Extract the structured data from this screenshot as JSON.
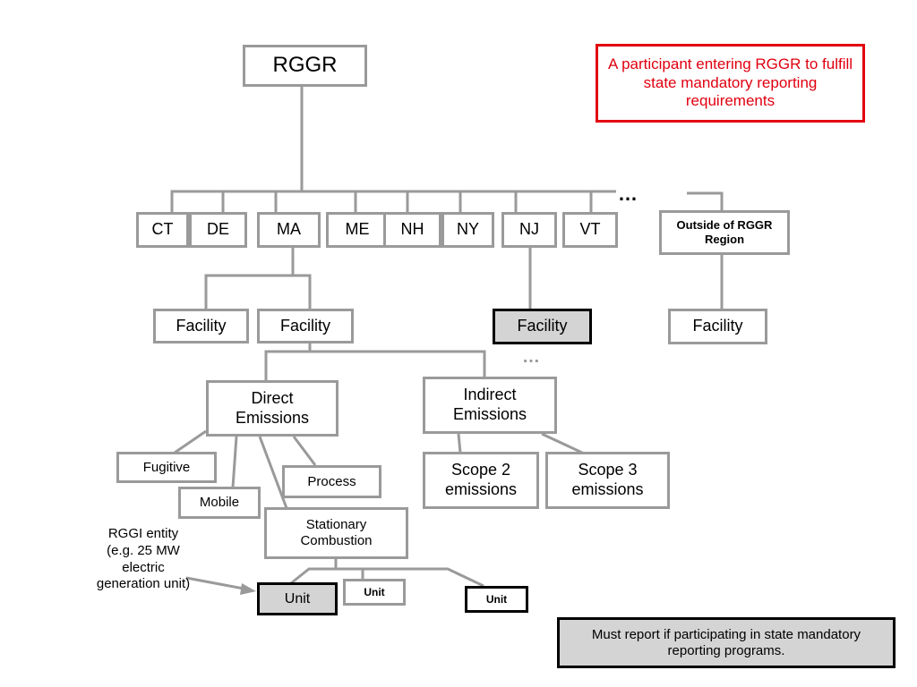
{
  "root": "RGGR",
  "callout": "A participant entering RGGR to fulfill state mandatory reporting requirements",
  "states": [
    "CT",
    "DE",
    "MA",
    "ME",
    "NH",
    "NY",
    "NJ",
    "VT"
  ],
  "ellipsis": "…",
  "outside_region": "Outside of RGGR Region",
  "facility": "Facility",
  "direct_emissions": "Direct Emissions",
  "indirect_emissions": "Indirect Emissions",
  "fugitive": "Fugitive",
  "mobile": "Mobile",
  "process": "Process",
  "stationary_combustion": "Stationary Combustion",
  "scope2": "Scope 2 emissions",
  "scope3": "Scope 3 emissions",
  "unit": "Unit",
  "rggi_entity": "RGGI entity (e.g. 25 MW electric generation unit)",
  "must_report": "Must report if participating in state mandatory reporting programs.",
  "colors": {
    "line": "#9a9a9a",
    "callout": "#e0000f",
    "shaded": "#d4d4d4"
  }
}
